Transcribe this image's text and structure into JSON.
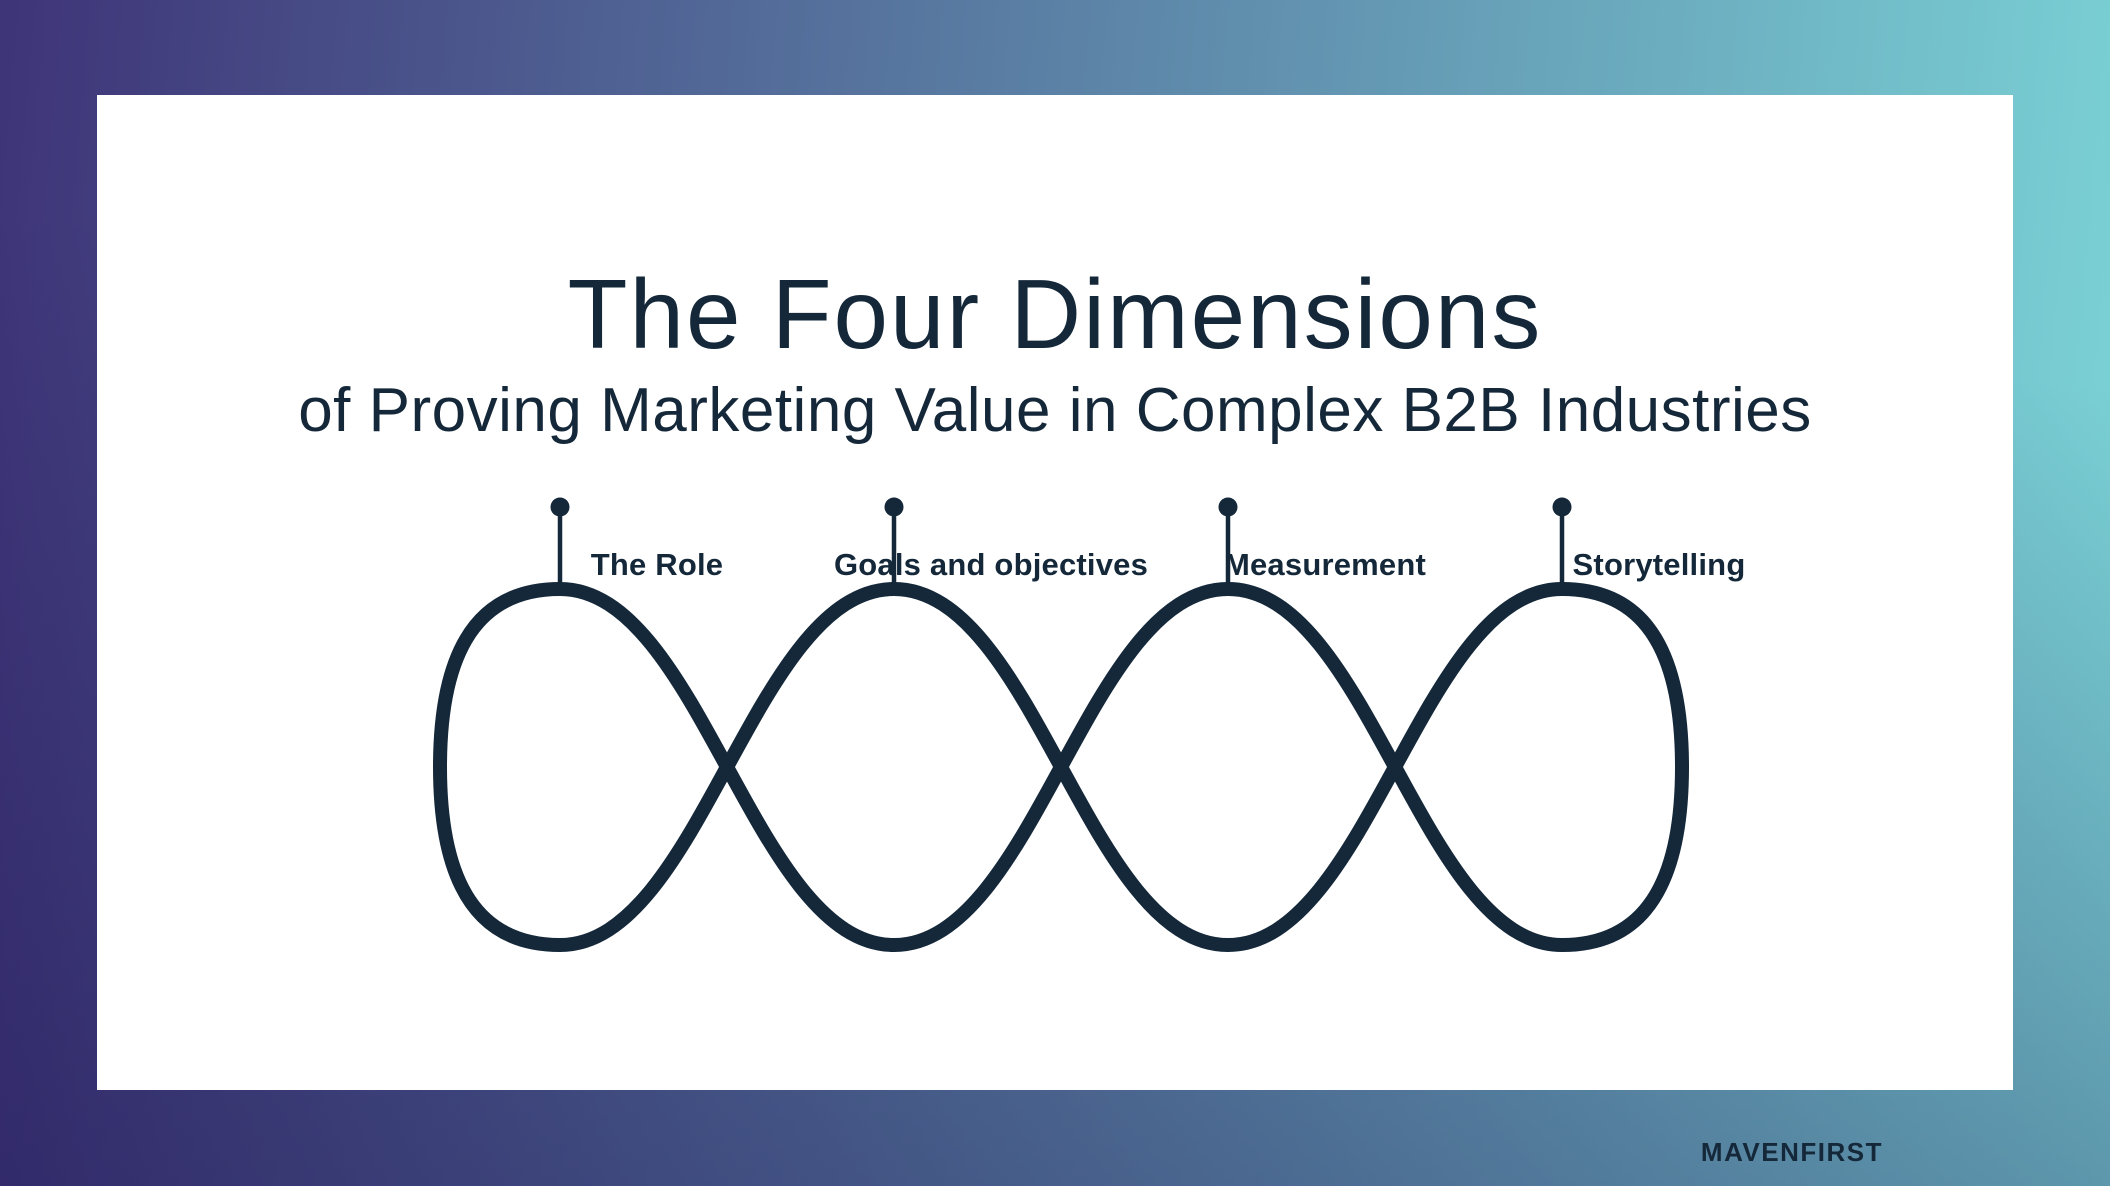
{
  "slide": {
    "title": "The Four Dimensions",
    "subtitle": "of Proving Marketing Value in Complex B2B Industries",
    "brand": "MAVENFIRST"
  },
  "diagram": {
    "labels": [
      "The Role",
      "Goals and objectives",
      "Measurement",
      "Storytelling"
    ]
  },
  "colors": {
    "ink": "#14283A",
    "card": "#FFFFFF",
    "bg_purple": "#3E3478",
    "bg_teal": "#7BD5D7",
    "bg_deep_violet": "#2E1A62",
    "bg_slate": "#6793AA"
  }
}
